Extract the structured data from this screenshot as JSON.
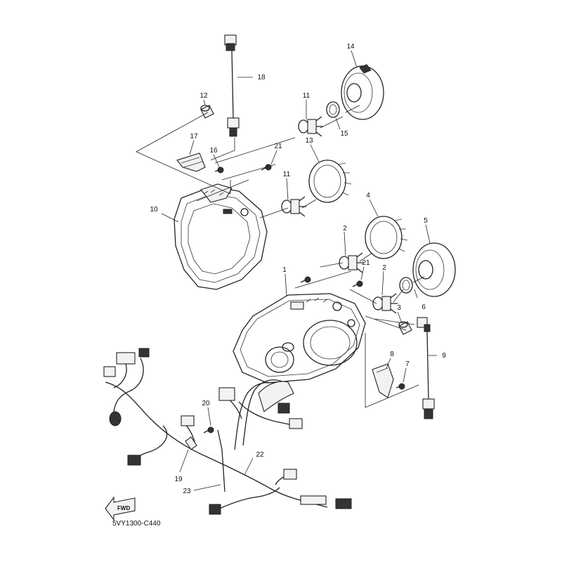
{
  "diagram": {
    "code": "5VY1300-C440",
    "fwd_label": "FWD",
    "callouts": [
      {
        "id": "c1",
        "label": "1"
      },
      {
        "id": "c2a",
        "label": "2"
      },
      {
        "id": "c2b",
        "label": "2"
      },
      {
        "id": "c3",
        "label": "3"
      },
      {
        "id": "c4",
        "label": "4"
      },
      {
        "id": "c5",
        "label": "5"
      },
      {
        "id": "c6",
        "label": "6"
      },
      {
        "id": "c7",
        "label": "7"
      },
      {
        "id": "c8",
        "label": "8"
      },
      {
        "id": "c9",
        "label": "9"
      },
      {
        "id": "c10",
        "label": "10"
      },
      {
        "id": "c11a",
        "label": "11"
      },
      {
        "id": "c11b",
        "label": "11"
      },
      {
        "id": "c12",
        "label": "12"
      },
      {
        "id": "c13",
        "label": "13"
      },
      {
        "id": "c14",
        "label": "14"
      },
      {
        "id": "c15",
        "label": "15"
      },
      {
        "id": "c16",
        "label": "16"
      },
      {
        "id": "c17",
        "label": "17"
      },
      {
        "id": "c18",
        "label": "18"
      },
      {
        "id": "c19",
        "label": "19"
      },
      {
        "id": "c20",
        "label": "20"
      },
      {
        "id": "c21a",
        "label": "21"
      },
      {
        "id": "c21b",
        "label": "21"
      },
      {
        "id": "c22",
        "label": "22"
      },
      {
        "id": "c23",
        "label": "23"
      }
    ]
  }
}
